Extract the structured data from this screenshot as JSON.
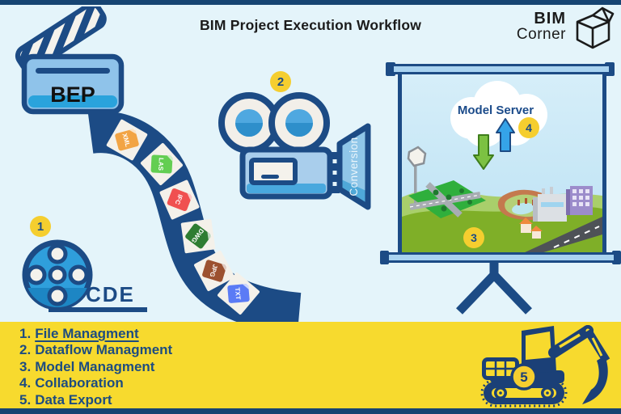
{
  "title": "BIM Project  Execution Workflow",
  "logo": {
    "name": "BIM",
    "sub": "Corner"
  },
  "clapperboard": {
    "label": "BEP"
  },
  "reel": {
    "label": "CDE"
  },
  "converter": {
    "label": "Conversion"
  },
  "film_frames": [
    "XML",
    "LAS",
    "IFC",
    "DWG",
    "JPG",
    "TXT"
  ],
  "screen": {
    "cloud_label": "Model Server"
  },
  "steps": {
    "s1": "1",
    "s2": "2",
    "s3": "3",
    "s4": "4",
    "s5": "5"
  },
  "checklist": [
    {
      "num": "1.",
      "label": "File Managment"
    },
    {
      "num": "2.",
      "label": "Dataflow Managment"
    },
    {
      "num": "3.",
      "label": "Model Managment"
    },
    {
      "num": "4.",
      "label": "Collaboration"
    },
    {
      "num": "5.",
      "label": "Data Export"
    }
  ],
  "icons": {
    "clapperboard": "clapperboard-icon",
    "film_strip": "film-strip-icon",
    "film_reel": "film-reel-icon",
    "movie_camera": "movie-camera-icon",
    "projection_screen": "projection-screen-icon",
    "cloud": "cloud-icon",
    "arrow_up": "upload-arrow-icon",
    "arrow_down": "download-arrow-icon",
    "excavator": "excavator-icon",
    "logo_box": "open-box-icon"
  },
  "colors": {
    "background": "#E4F4FA",
    "navy": "#1C4B85",
    "band_yellow": "#F7DA2E",
    "badge_yellow": "#F5CE2F",
    "light_blue": "#8FC3EA",
    "accent_blue": "#2AA3DC",
    "xml": "#F2A444",
    "las": "#63CE52",
    "ifc": "#F05050",
    "dwg": "#2E7D32",
    "jpg": "#9C5130",
    "txt": "#5B7BF5"
  }
}
